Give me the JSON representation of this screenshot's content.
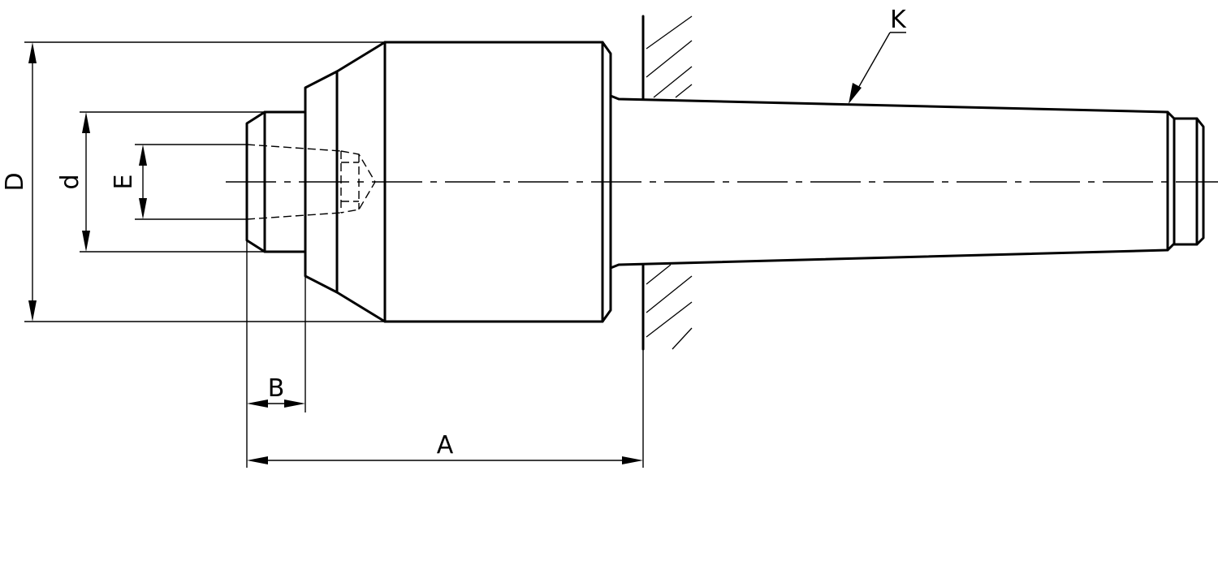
{
  "labels": {
    "D": "D",
    "d": "d",
    "E": "E",
    "B": "B",
    "A": "A",
    "K": "K"
  },
  "colors": {
    "bearing_ring": "#009fda",
    "line": "#000000",
    "background": "#ffffff"
  }
}
